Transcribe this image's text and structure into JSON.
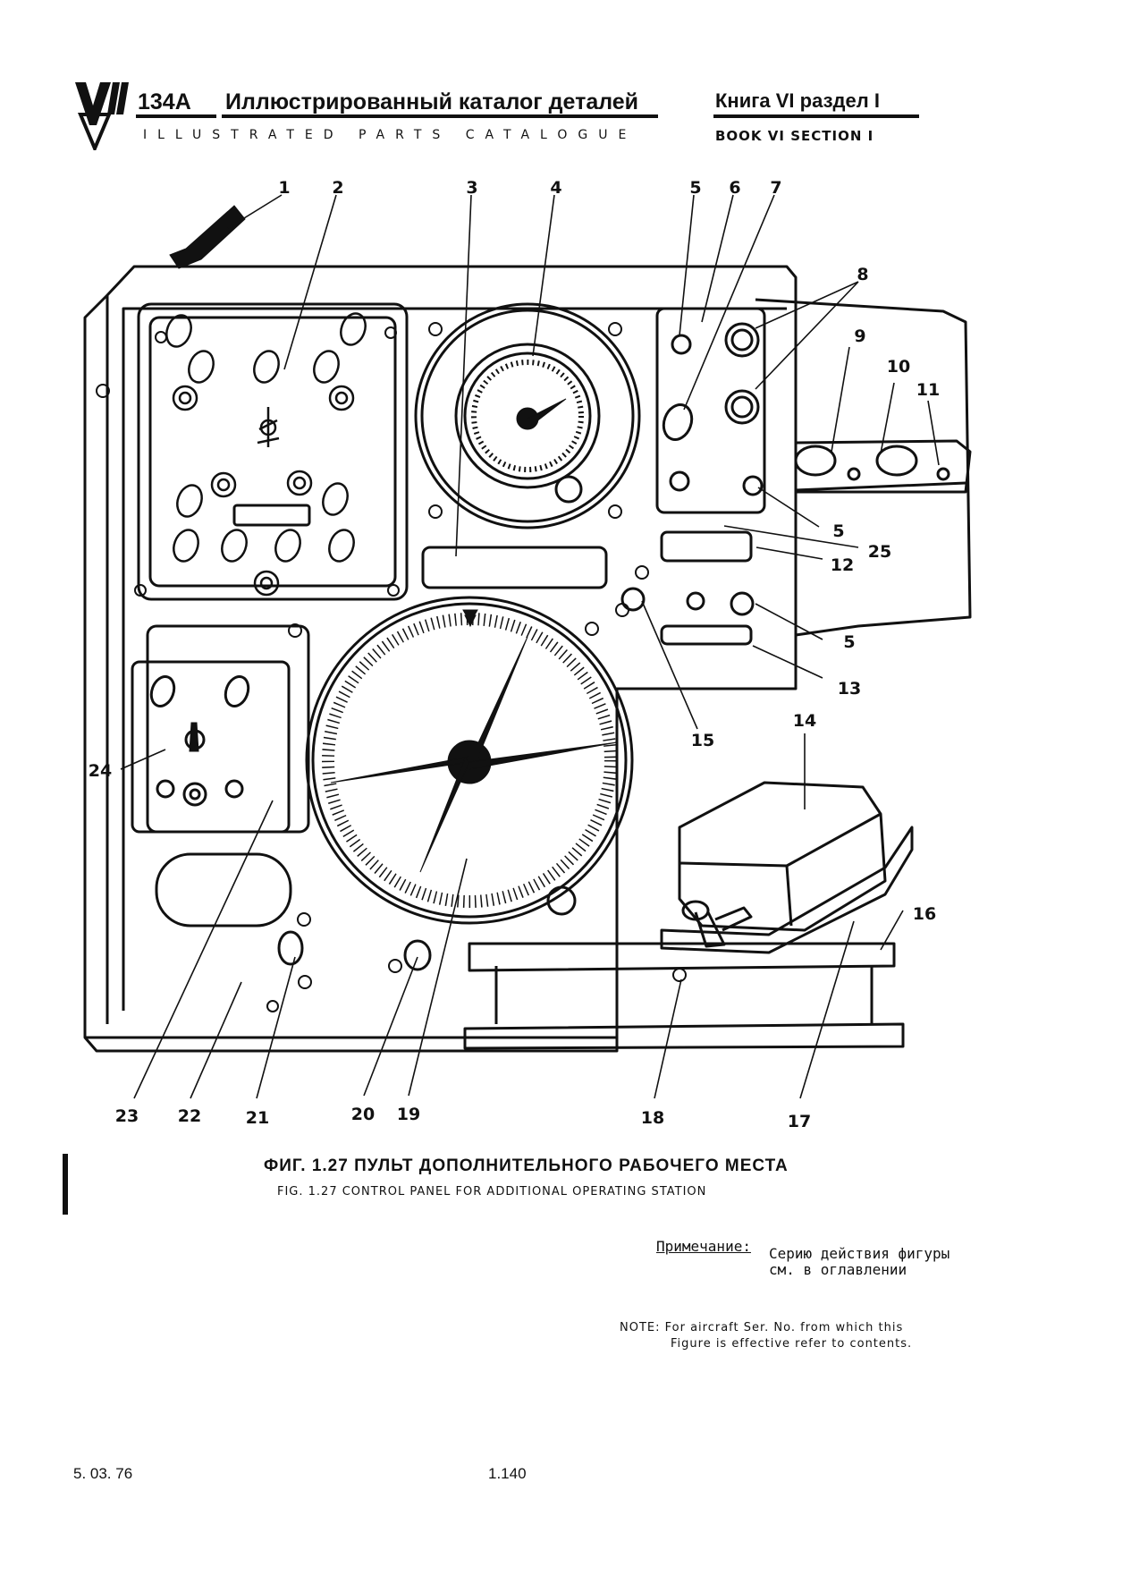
{
  "header": {
    "model": "134A",
    "title_ru": "Иллюстрированный каталог деталей",
    "title_en": "ILLUSTRATED PARTS CATALOGUE",
    "book_ru": "Книга VI раздел I",
    "book_en": "BOOK VI SECTION I"
  },
  "callouts": [
    "1",
    "2",
    "3",
    "4",
    "5",
    "6",
    "7",
    "8",
    "9",
    "10",
    "11",
    "5",
    "25",
    "12",
    "5",
    "13",
    "15",
    "14",
    "24",
    "16",
    "23",
    "22",
    "21",
    "20",
    "19",
    "18",
    "17"
  ],
  "caption": {
    "ru": "ФИГ. 1.27 ПУЛЬТ ДОПОЛНИТЕЛЬНОГО РАБОЧЕГО МЕСТА",
    "en": "FIG. 1.27 CONTROL PANEL FOR ADDITIONAL OPERATING STATION"
  },
  "note_ru": {
    "label": "Примечание:",
    "line1": "Серию действия фигуры",
    "line2": "см. в оглавлении"
  },
  "note_en": {
    "line1": "NOTE: For aircraft Ser. No. from which this",
    "line2": "Figure is effective refer to contents."
  },
  "footer": {
    "date": "5. 03. 76",
    "page": "1.140"
  }
}
